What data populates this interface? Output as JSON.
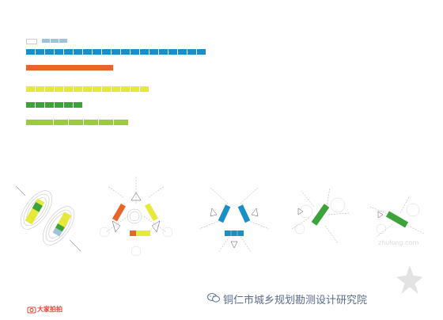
{
  "colors": {
    "blue": "#1a8fc6",
    "orange": "#e8652a",
    "yellow": "#e6e83a",
    "green": "#3aa43a",
    "lime": "#9ccc3a",
    "light_blue": "#9dc3dc",
    "accent_text": "#5a6b8a"
  },
  "footer": {
    "logo_text": "大家拍拍",
    "institute": "铜仁市城乡规划勘测设计研究院",
    "watermark_url": "zhulong.com"
  },
  "icons": [
    "wechat-icon",
    "seal-icon",
    "watermark-icon"
  ]
}
